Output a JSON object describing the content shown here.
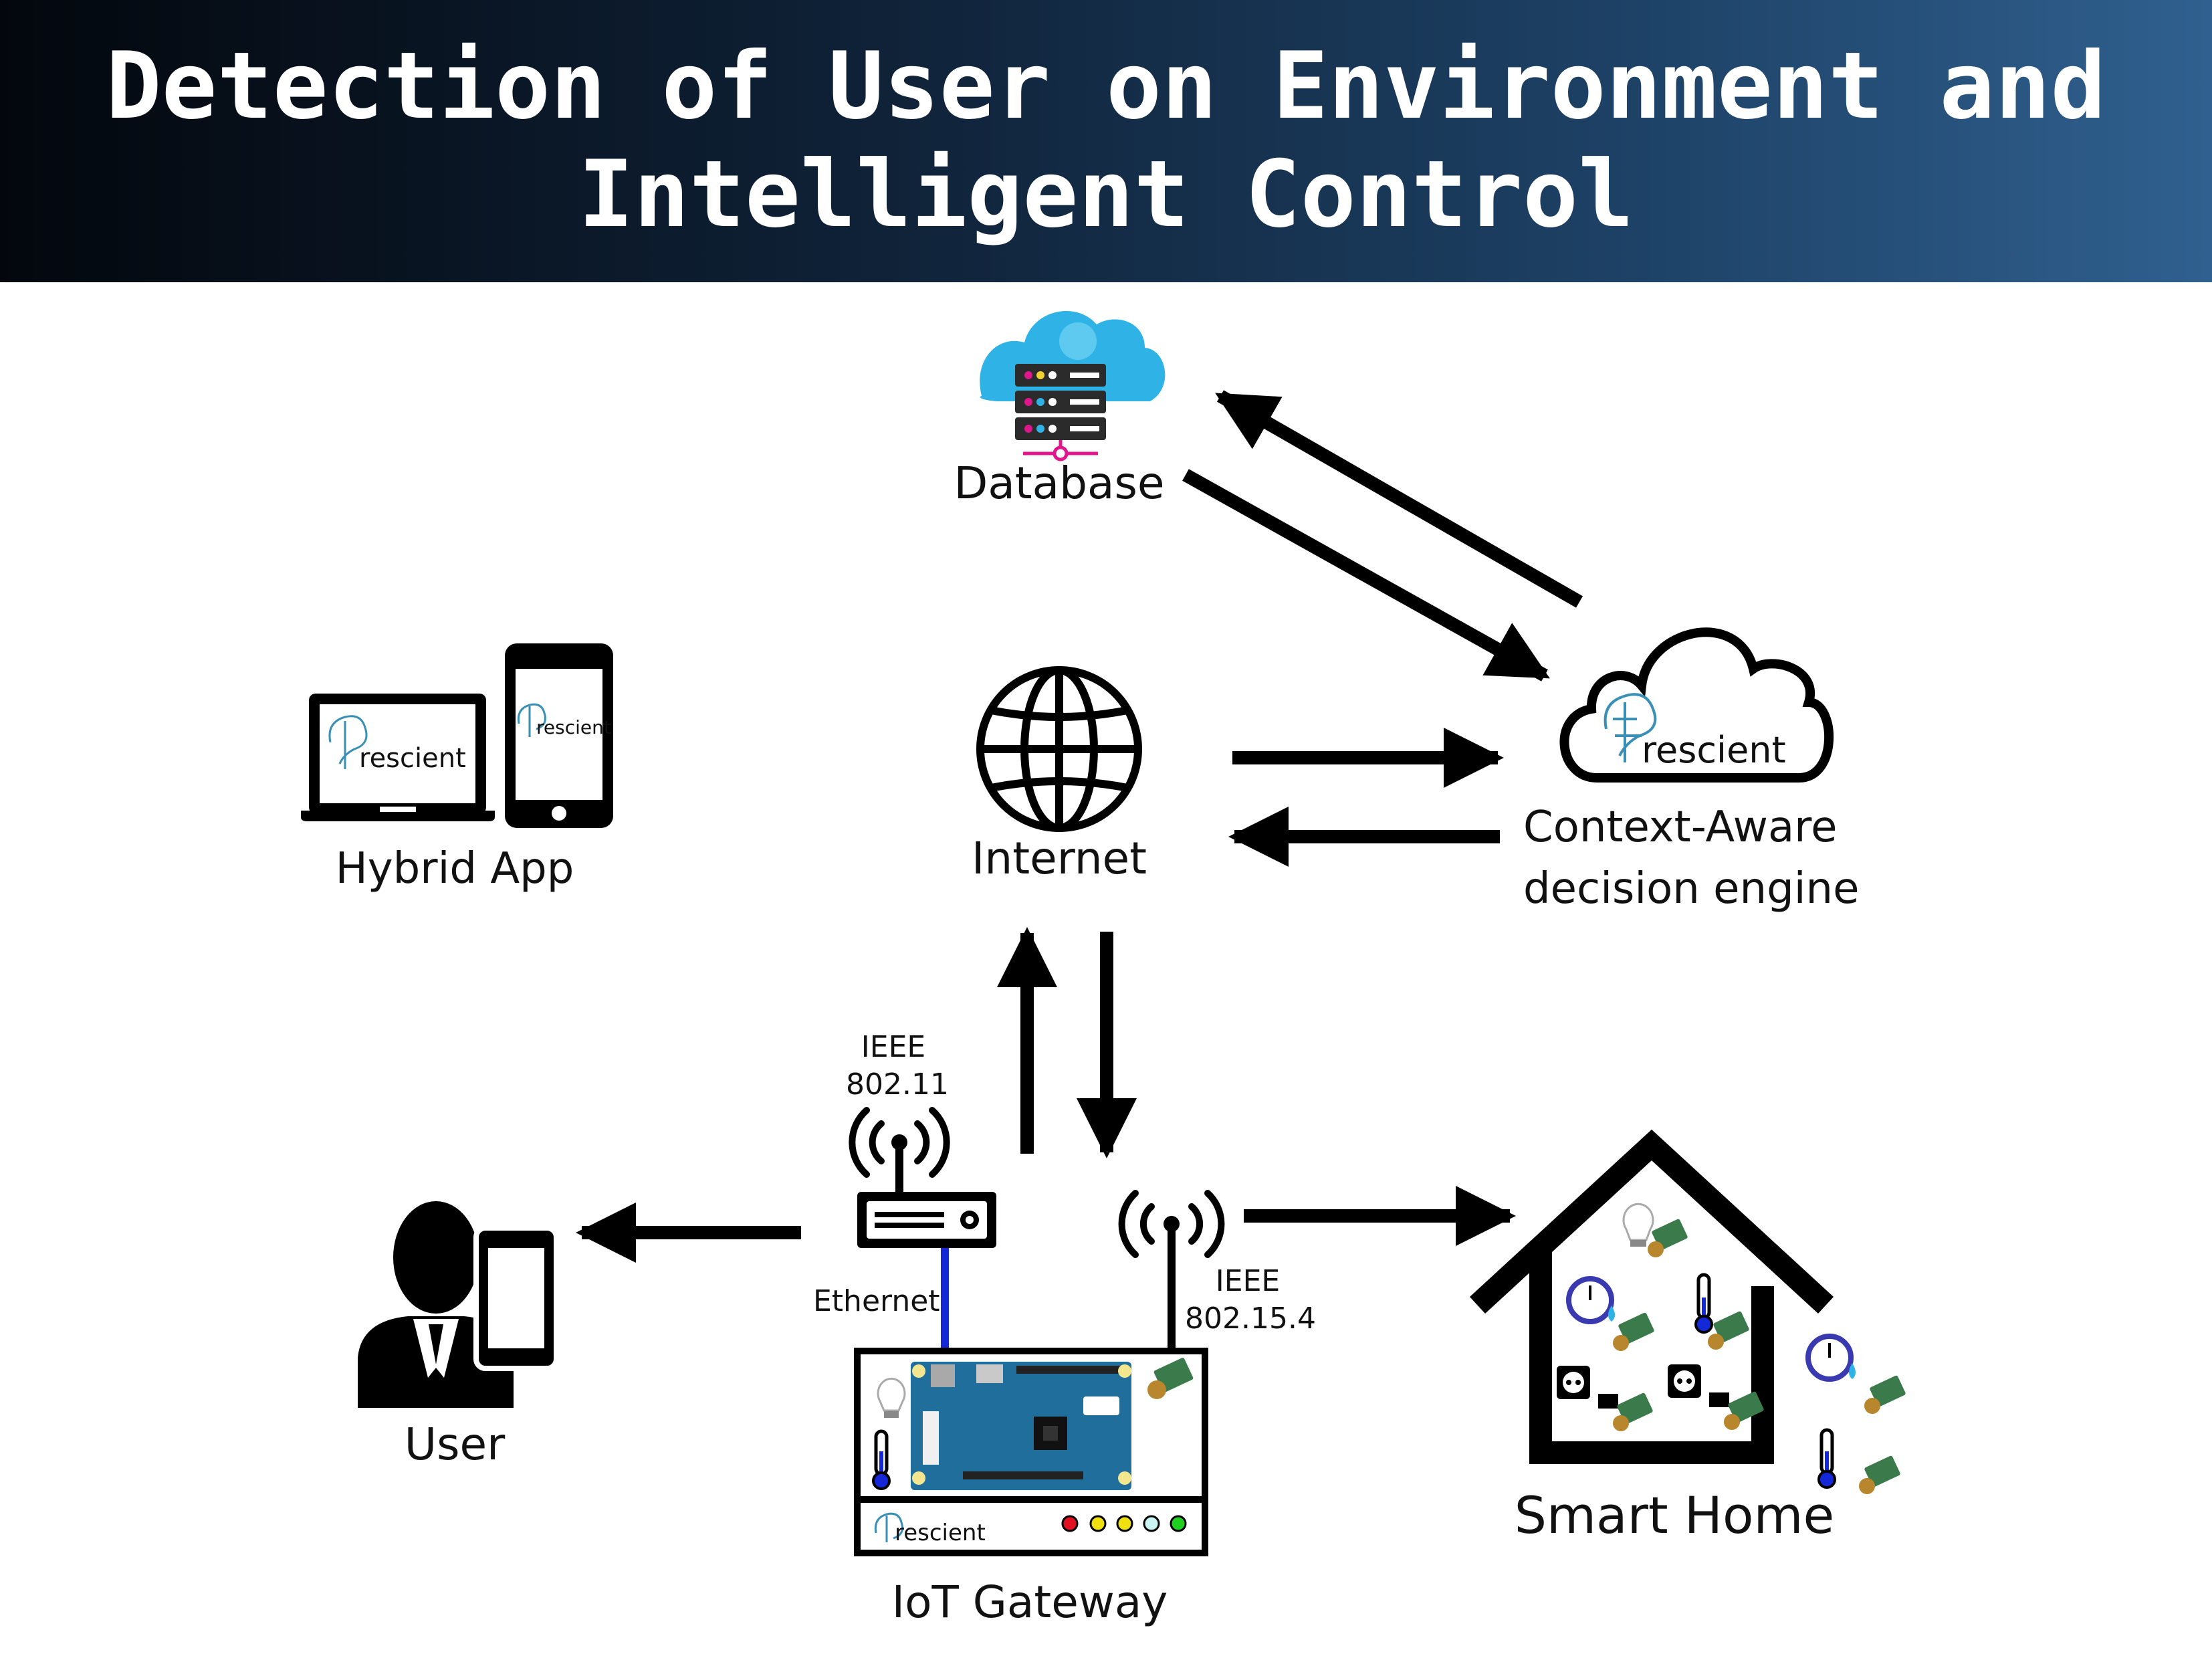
{
  "title_line1": "Detection of User on Environment and",
  "title_line2": "Intelligent Control",
  "brand": "rescient",
  "nodes": {
    "database": "Database",
    "internet": "Internet",
    "engine_line1": "Context-Aware",
    "engine_line2": "decision engine",
    "hybrid_app": "Hybrid App",
    "user": "User",
    "gateway": "IoT Gateway",
    "smart_home": "Smart Home"
  },
  "links": {
    "wifi_line1": "IEEE",
    "wifi_line2": "802.11",
    "zigbee_line1": "IEEE",
    "zigbee_line2": "802.15.4",
    "ethernet": "Ethernet"
  },
  "icons": [
    "cloud-server-icon",
    "globe-icon",
    "cloud-icon",
    "laptop-icon",
    "smartphone-icon",
    "person-phone-icon",
    "router-icon",
    "antenna-icon",
    "board-icon",
    "house-icon",
    "thermometer-icon",
    "bulb-icon",
    "socket-icon",
    "humidity-icon",
    "sensor-node-icon"
  ],
  "colors": {
    "header_left": "#03070d",
    "header_right": "#30608f",
    "accent_teal": "#3a8fb7",
    "cloud_blue": "#2fb3e6",
    "db_magenta": "#e0168c",
    "ethernet_blue": "#1428d8",
    "board_blue": "#1f6e9c"
  }
}
